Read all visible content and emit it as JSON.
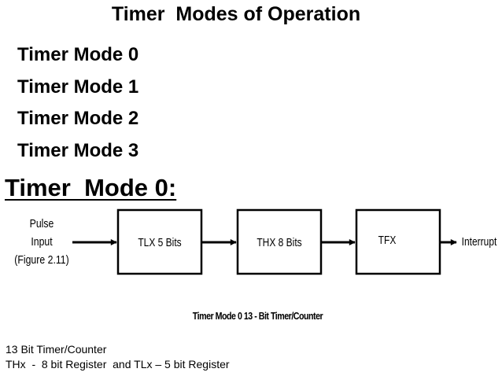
{
  "slide": {
    "title": "Timer  Modes of Operation",
    "modes": [
      "Timer Mode 0",
      "Timer Mode 1",
      "Timer Mode 2",
      "Timer Mode 3"
    ],
    "section_heading": "Timer  Mode 0:"
  },
  "diagram": {
    "input_label": [
      "Pulse",
      "Input",
      "(Figure 2.11)"
    ],
    "blocks": [
      "TLX 5 Bits",
      "THX 8 Bits",
      "TFX"
    ],
    "output_label": "Interrupt",
    "caption": "Timer Mode 0 13 - Bit Timer/Counter"
  },
  "notes": [
    "13 Bit Timer/Counter",
    "THx  -  8 bit Register  and TLx – 5 bit Register"
  ]
}
